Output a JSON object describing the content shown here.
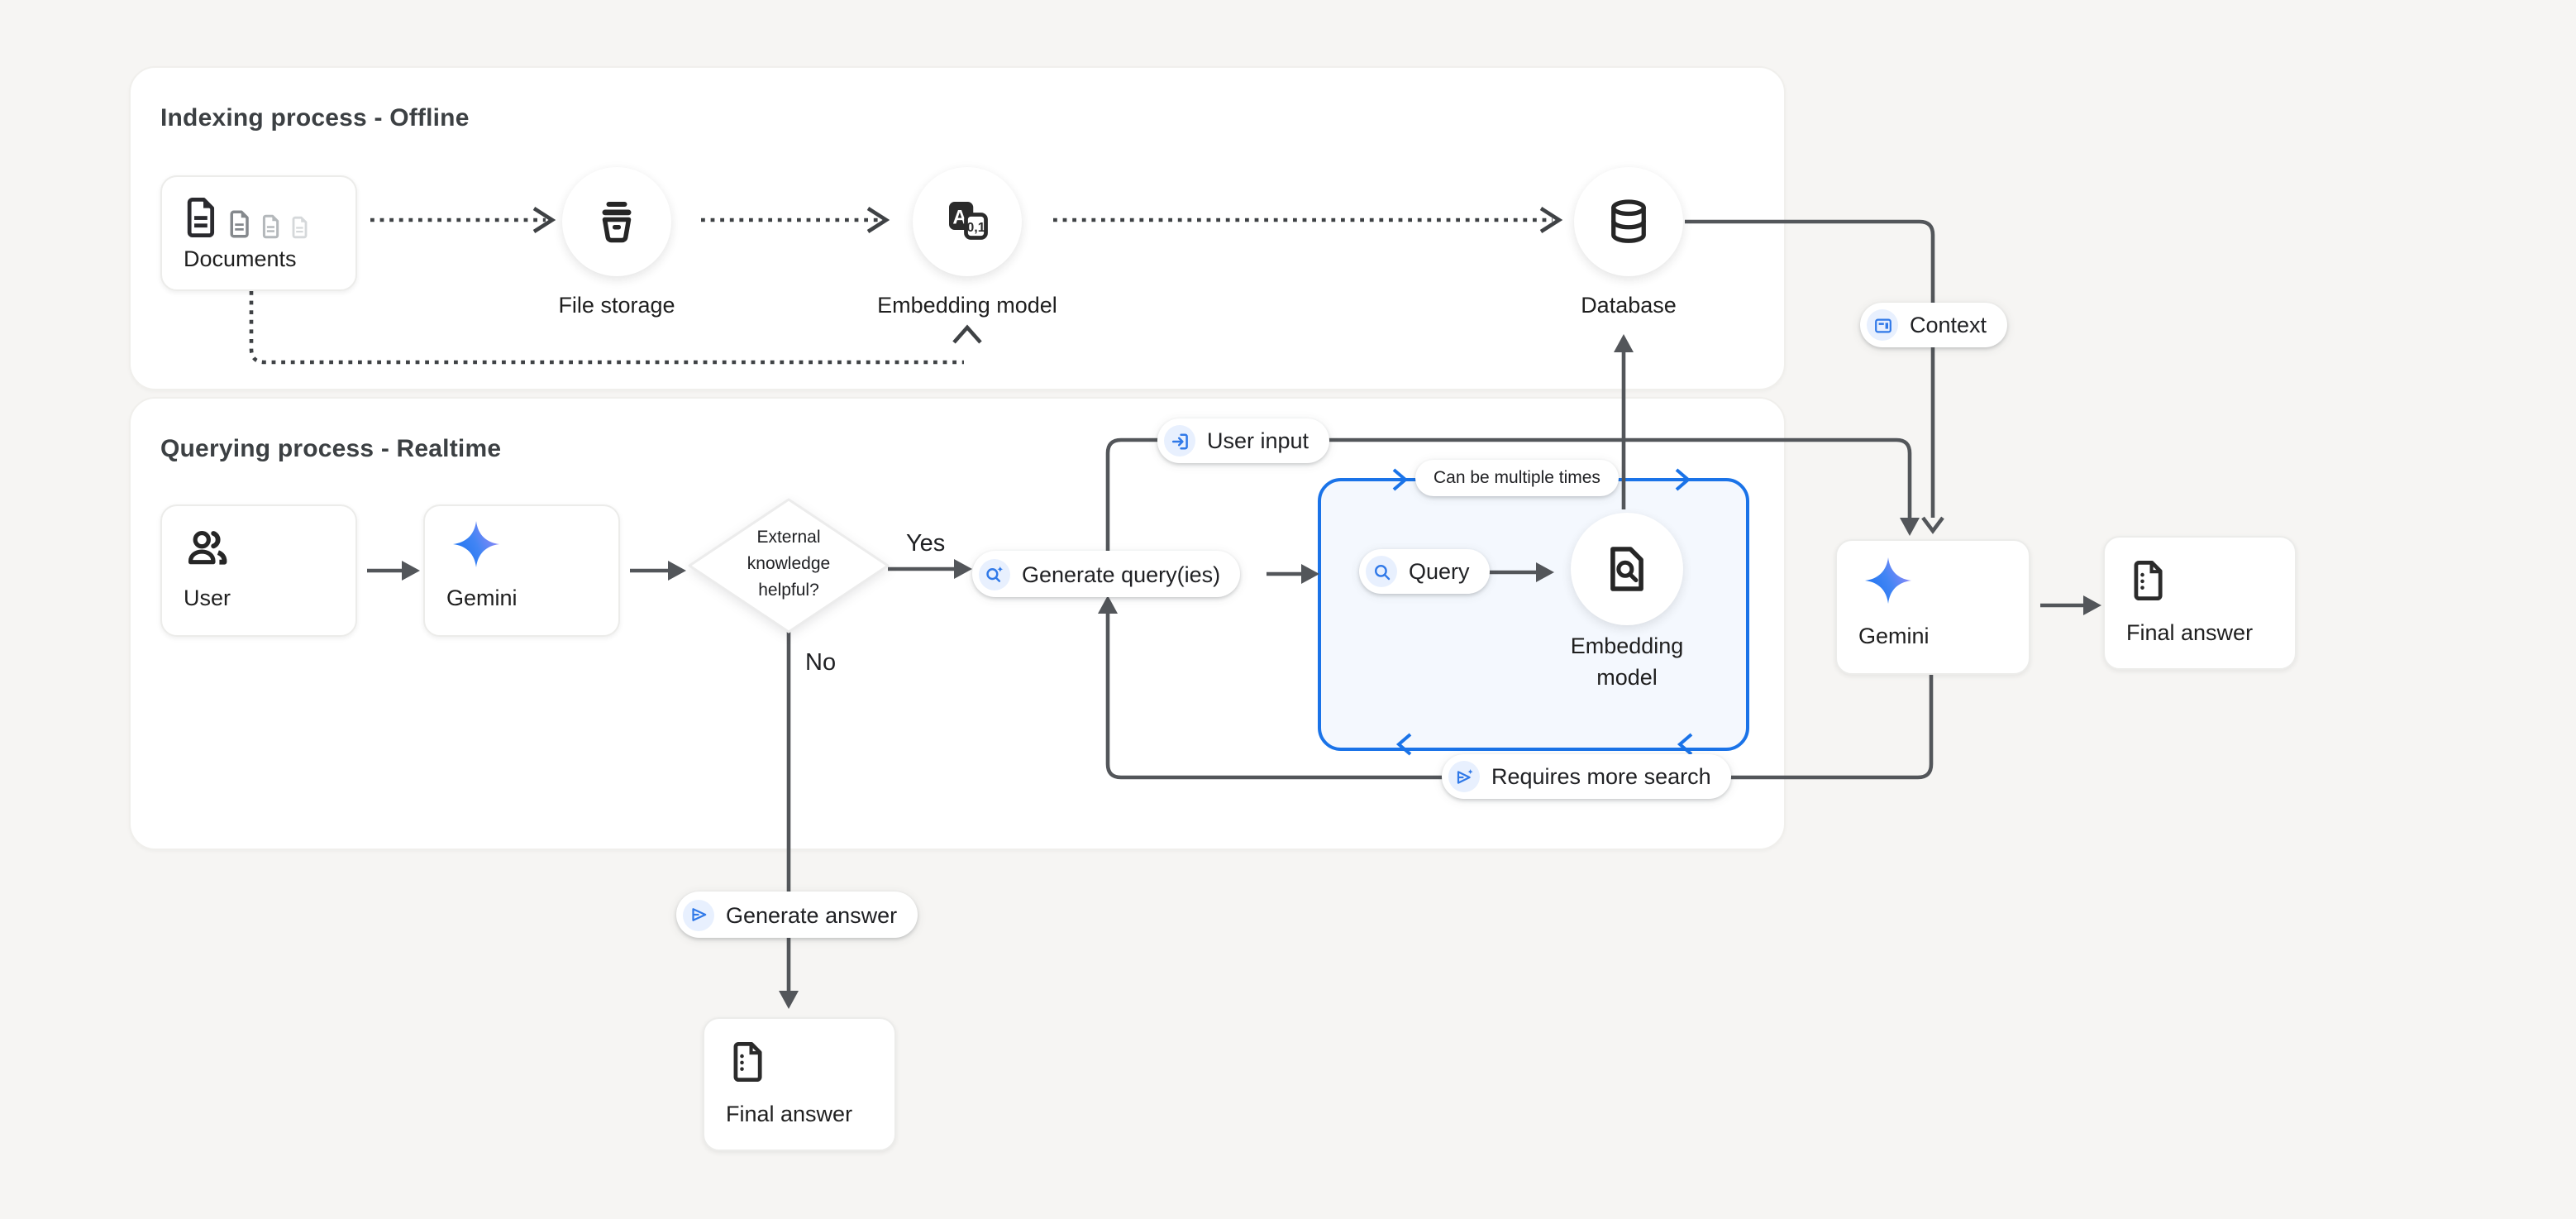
{
  "colors": {
    "page_bg": "#f6f5f3",
    "panel_bg": "#ffffff",
    "accent_blue": "#1a73e8",
    "icon_bubble_bg": "#e8f0fe",
    "solid_line": "#53565a",
    "dashed_line": "#3f4245",
    "gemini_gradient_start": "#1b72f0",
    "gemini_gradient_end": "#9b8af8"
  },
  "panels": {
    "indexing": {
      "title": "Indexing process - Offline"
    },
    "querying": {
      "title": "Querying process - Realtime"
    }
  },
  "nodes": {
    "documents": {
      "label": "Documents",
      "icon": "document-stack-icon"
    },
    "file_storage": {
      "label": "File storage",
      "icon": "storage-bucket-icon"
    },
    "embedding_model_offline": {
      "label": "Embedding model",
      "icon": "translate-embedding-icon"
    },
    "database": {
      "label": "Database",
      "icon": "database-icon"
    },
    "user": {
      "label": "User",
      "icon": "users-icon"
    },
    "gemini_query": {
      "label": "Gemini",
      "icon": "gemini-star-icon"
    },
    "decision": {
      "lines": [
        "External",
        "knowledge",
        "helpful?"
      ]
    },
    "embedding_model_realtime": {
      "labels": [
        "Embedding",
        "model"
      ],
      "icon": "document-search-icon"
    },
    "gemini_answer": {
      "label": "Gemini",
      "icon": "gemini-star-icon"
    },
    "final_answer_right": {
      "label": "Final answer",
      "icon": "final-document-icon"
    },
    "final_answer_bottom": {
      "label": "Final answer",
      "icon": "final-document-icon"
    }
  },
  "pills": {
    "user_input": {
      "label": "User input",
      "icon": "login-icon"
    },
    "context": {
      "label": "Context",
      "icon": "context-icon"
    },
    "can_be_multiple_times": {
      "label": "Can be multiple times"
    },
    "generate_queries": {
      "label": "Generate query(ies)",
      "icon": "search-sparkle-icon"
    },
    "query": {
      "label": "Query",
      "icon": "search-icon"
    },
    "requires_more_search": {
      "label": "Requires more search",
      "icon": "send-sparkle-icon"
    },
    "generate_answer": {
      "label": "Generate answer",
      "icon": "send-icon"
    }
  },
  "edge_labels": {
    "yes": "Yes",
    "no": "No"
  }
}
